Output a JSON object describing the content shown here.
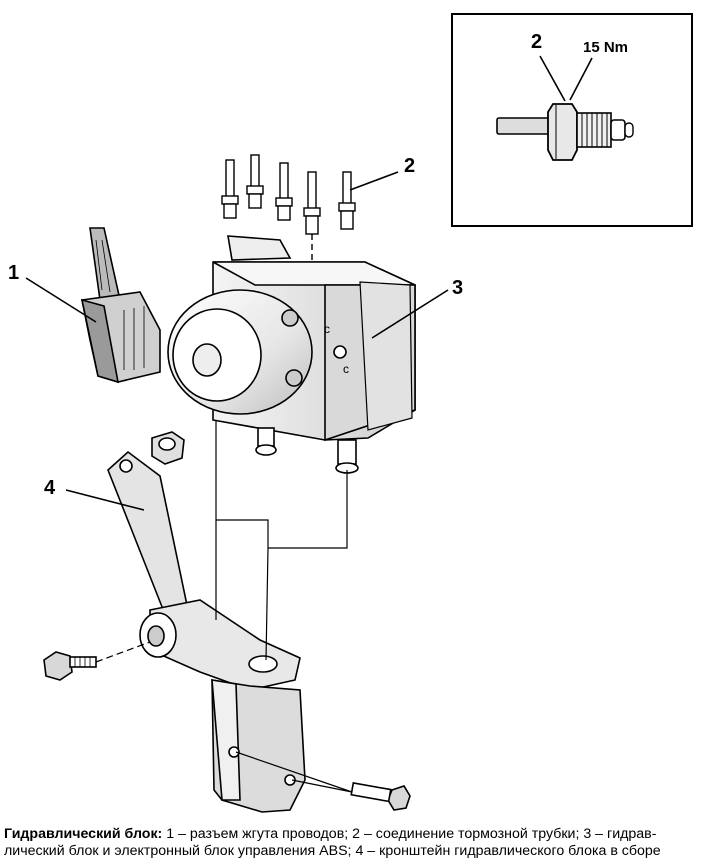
{
  "callouts": {
    "c1": "1",
    "c2": "2",
    "c3": "3",
    "c4": "4",
    "inset_callout": "2",
    "inset_torque": "15 Nm"
  },
  "caption": {
    "title": "Гидравлический блок:",
    "text": "1 – разъем жгута проводов; 2 – соединение тормозной трубки; 3 – гидравлический блок и электронный блок управления ABS; 4 – кронштейн гидравлического блока в сборе",
    "line1_text": "1 – разъем жгута проводов; 2 – соединение тормозной трубки; 3 – гидрав-",
    "line2_text": "лический блок и электронный блок управления ABS; 4 – кронштейн гидравлического блока в сборе"
  }
}
